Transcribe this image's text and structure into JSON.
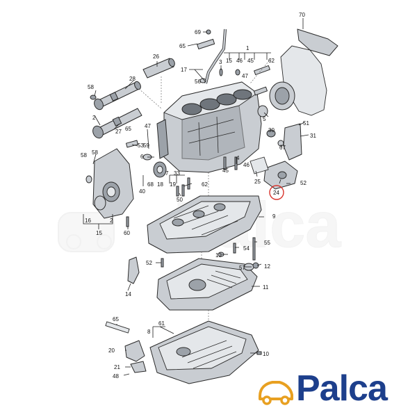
{
  "diagram": {
    "callouts": [
      {
        "id": "70",
        "label": "70"
      },
      {
        "id": "69",
        "label": "69"
      },
      {
        "id": "65a",
        "label": "65"
      },
      {
        "id": "1",
        "label": "1"
      },
      {
        "id": "15a",
        "label": "15"
      },
      {
        "id": "46",
        "label": "46"
      },
      {
        "id": "45",
        "label": "45"
      },
      {
        "id": "62",
        "label": "62"
      },
      {
        "id": "26",
        "label": "26"
      },
      {
        "id": "17",
        "label": "17"
      },
      {
        "id": "3",
        "label": "3"
      },
      {
        "id": "47a",
        "label": "47"
      },
      {
        "id": "28",
        "label": "28"
      },
      {
        "id": "56",
        "label": "56"
      },
      {
        "id": "58a",
        "label": "58"
      },
      {
        "id": "58b",
        "label": "58"
      },
      {
        "id": "2",
        "label": "2"
      },
      {
        "id": "65b",
        "label": "65"
      },
      {
        "id": "27",
        "label": "27"
      },
      {
        "id": "47b",
        "label": "47"
      },
      {
        "id": "5",
        "label": "5"
      },
      {
        "id": "51",
        "label": "51"
      },
      {
        "id": "30",
        "label": "30"
      },
      {
        "id": "31",
        "label": "31"
      },
      {
        "id": "53",
        "label": "53"
      },
      {
        "id": "67",
        "label": "67"
      },
      {
        "id": "58c",
        "label": "58"
      },
      {
        "id": "59",
        "label": "59"
      },
      {
        "id": "6",
        "label": "6"
      },
      {
        "id": "46b",
        "label": "46"
      },
      {
        "id": "4",
        "label": "4"
      },
      {
        "id": "45b",
        "label": "45"
      },
      {
        "id": "33",
        "label": "33"
      },
      {
        "id": "19",
        "label": "19"
      },
      {
        "id": "40",
        "label": "40"
      },
      {
        "id": "68",
        "label": "68"
      },
      {
        "id": "18",
        "label": "18"
      },
      {
        "id": "25",
        "label": "25"
      },
      {
        "id": "24",
        "label": "24"
      },
      {
        "id": "52a",
        "label": "52"
      },
      {
        "id": "62b",
        "label": "62"
      },
      {
        "id": "50",
        "label": "50"
      },
      {
        "id": "9",
        "label": "9"
      },
      {
        "id": "16",
        "label": "16"
      },
      {
        "id": "2b",
        "label": "2"
      },
      {
        "id": "15b",
        "label": "15"
      },
      {
        "id": "60",
        "label": "60"
      },
      {
        "id": "54",
        "label": "54"
      },
      {
        "id": "55",
        "label": "55"
      },
      {
        "id": "13",
        "label": "13"
      },
      {
        "id": "52b",
        "label": "52"
      },
      {
        "id": "57",
        "label": "57"
      },
      {
        "id": "12",
        "label": "12"
      },
      {
        "id": "11",
        "label": "11"
      },
      {
        "id": "14",
        "label": "14"
      },
      {
        "id": "65c",
        "label": "65"
      },
      {
        "id": "8",
        "label": "8"
      },
      {
        "id": "61",
        "label": "61"
      },
      {
        "id": "10",
        "label": "10"
      },
      {
        "id": "20",
        "label": "20"
      },
      {
        "id": "21",
        "label": "21"
      },
      {
        "id": "48",
        "label": "48"
      },
      {
        "id": "7",
        "label": "7"
      }
    ],
    "highlighted_callout": "24"
  },
  "brand": {
    "name": "Palca",
    "color": "#1d3f8c",
    "accent": "#e8a021",
    "icon": "car-icon"
  },
  "watermark": {
    "text": "Palca"
  },
  "colors": {
    "part": "#c9cdd2",
    "highlight": "#d8332b"
  }
}
